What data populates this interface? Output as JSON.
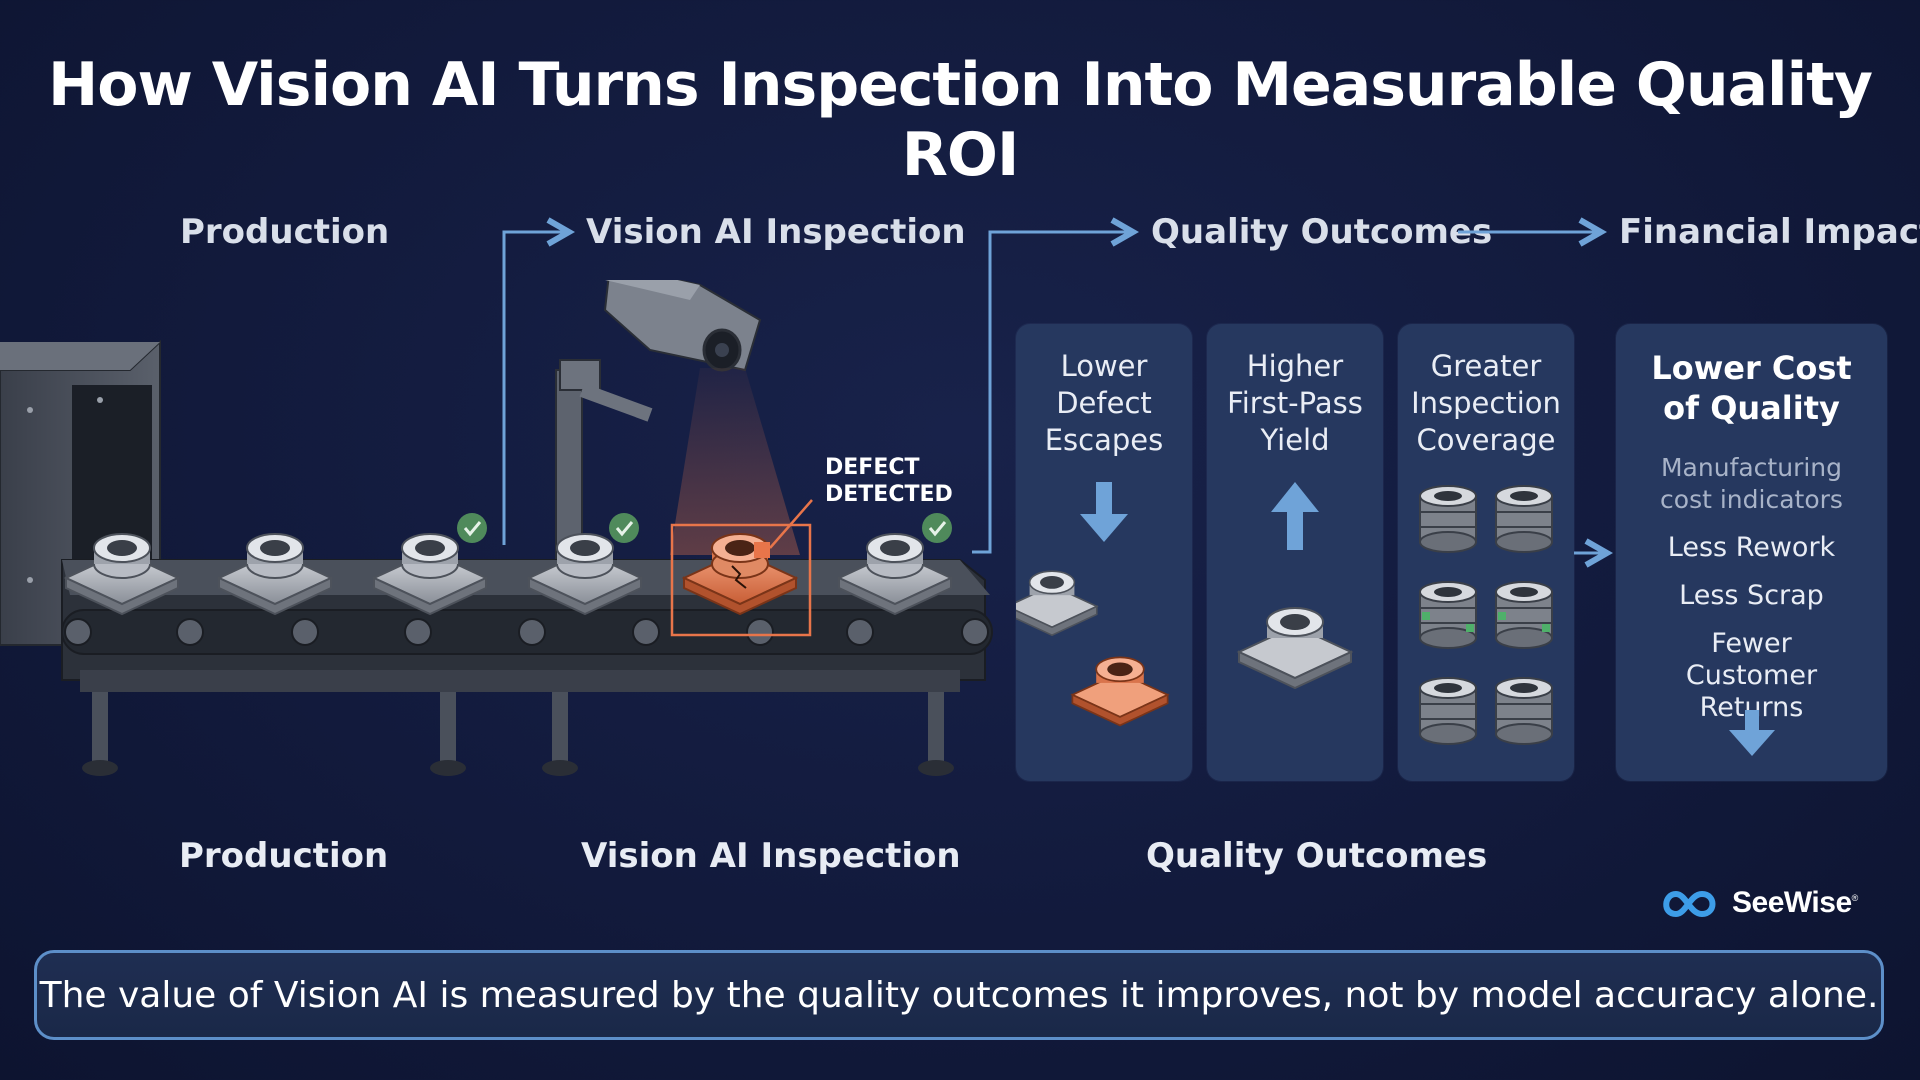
{
  "title": "How Vision AI Turns Inspection Into Measurable Quality ROI",
  "stages_top": [
    "Production",
    "Vision AI Inspection",
    "Quality Outcomes",
    "Financial Impact"
  ],
  "stages_bottom": [
    "Production",
    "Vision AI Inspection",
    "Quality Outcomes"
  ],
  "defect_label": [
    "DEFECT",
    "DETECTED"
  ],
  "outcomes": [
    {
      "title": [
        "Lower",
        "Defect",
        "Escapes"
      ],
      "arrow": "down-arrow-icon"
    },
    {
      "title": [
        "Higher",
        "First-Pass",
        "Yield"
      ],
      "arrow": "up-arrow-icon"
    },
    {
      "title": [
        "Greater",
        "Inspection",
        "Coverage"
      ],
      "arrow": ""
    }
  ],
  "financial": {
    "title": [
      "Lower Cost",
      "of Quality"
    ],
    "subtitle": [
      "Manufacturing",
      "cost indicators"
    ],
    "items": [
      "Less Rework",
      "Less Scrap",
      "Fewer Customer Returns"
    ]
  },
  "brand": "SeeWise",
  "brand_mark": "®",
  "banner": "The value of Vision AI is measured by the quality outcomes it improves, not by model accuracy alone.",
  "colors": {
    "background": "#121a3c",
    "card": "#26385f",
    "accent_blue": "#6fa3d8",
    "defect_orange": "#e8754a",
    "check_green": "#4f8a5b",
    "banner_border": "#5d8fc9"
  }
}
